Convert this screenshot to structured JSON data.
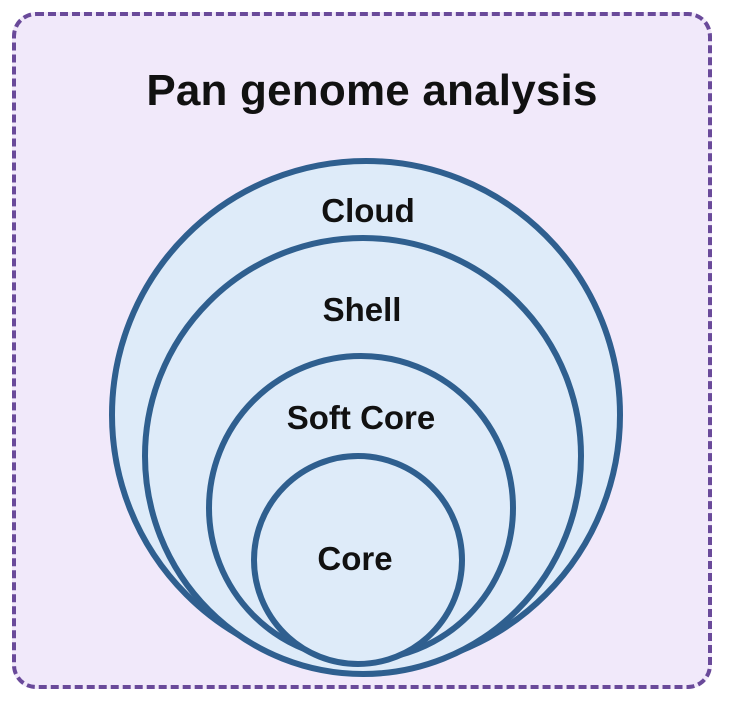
{
  "diagram": {
    "title": "Pan genome analysis",
    "layers": [
      {
        "id": "cloud",
        "label": "Cloud"
      },
      {
        "id": "shell",
        "label": "Shell"
      },
      {
        "id": "soft-core",
        "label": "Soft Core"
      },
      {
        "id": "core",
        "label": "Core"
      }
    ]
  },
  "colors": {
    "panel_border": "#6a4a9a",
    "panel_fill": "#f1e9fa",
    "ring_stroke": "#2f5f8f",
    "ring_fill": "#deebf9",
    "text": "#111111"
  }
}
